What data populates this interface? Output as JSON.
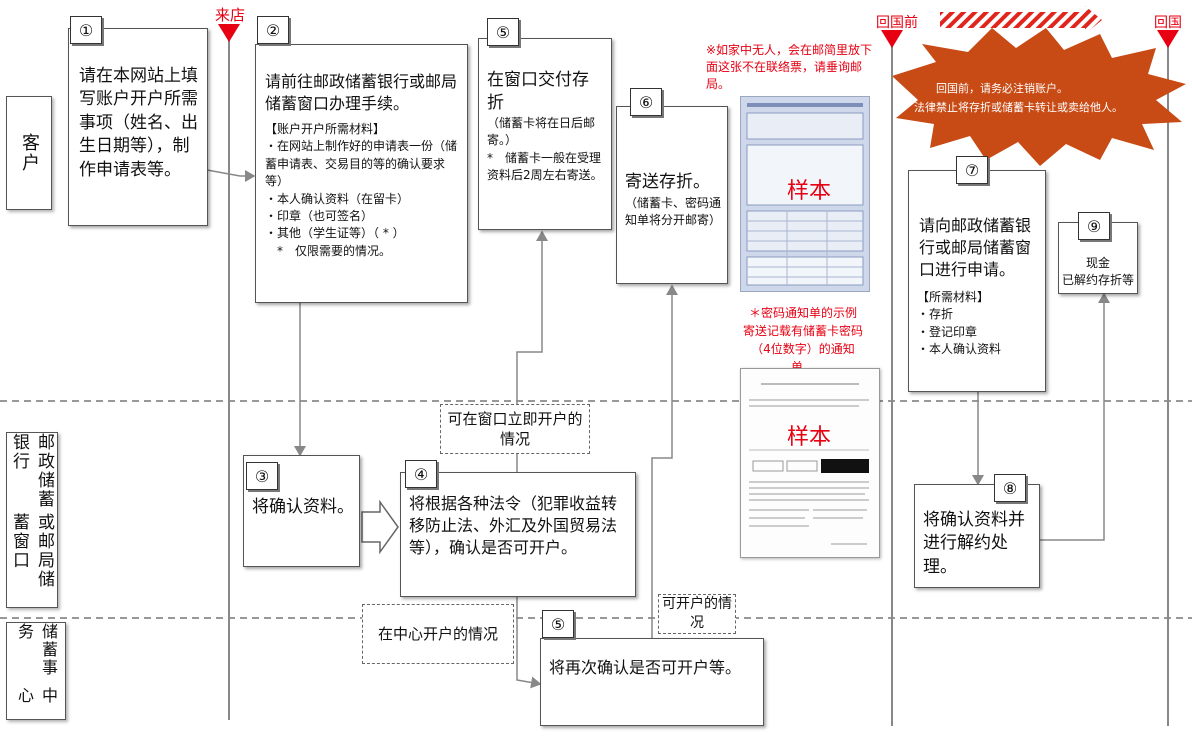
{
  "markers": {
    "visit": "来店",
    "before_return": "回国前",
    "return": "回国"
  },
  "lanes": {
    "customer": "客户",
    "post_office_l1": "邮政储蓄银行",
    "post_office_l2": "或邮局储蓄窗口",
    "center_l1": "储蓄事务",
    "center_l2": "中心"
  },
  "steps": {
    "s1": {
      "num": "①",
      "text": "请在本网站上填写账户开户所需事项（姓名、出生日期等），制作申请表等。"
    },
    "s2": {
      "num": "②",
      "text": "请前往邮政储蓄银行或邮局储蓄窗口办理手续。",
      "materials_title": "【账户开户所需材料】",
      "materials": [
        "・在网站上制作好的申请表一份（储蓄申请表、交易目的等的确认要求　等）",
        "・本人确认资料（在留卡）",
        "・印章（也可签名）",
        "・其他（学生证等）（ * ）",
        "　*　仅限需要的情况。"
      ]
    },
    "s5a": {
      "num": "⑤",
      "text": "在窗口交付存折",
      "note": "（储蓄卡将在日后邮寄。）\n  *　储蓄卡一般在受理资料后2周左右寄送。"
    },
    "s6": {
      "num": "⑥",
      "text": "寄送存折。",
      "note": "（储蓄卡、密码通知单将分开邮寄）"
    },
    "s3": {
      "num": "③",
      "text": "将确认资料。"
    },
    "s4": {
      "num": "④",
      "text": "将根据各种法令（犯罪收益转移防止法、外汇及外国贸易法等），确认是否可开户。"
    },
    "s5b": {
      "num": "⑤",
      "text": "将再次确认是否可开户等。"
    },
    "s7": {
      "num": "⑦",
      "text": "请向邮政储蓄银行或邮局储蓄窗口进行申请。",
      "materials_title": "【所需材料】",
      "materials": [
        "・存折",
        "・登记印章",
        "・本人确认资料"
      ]
    },
    "s8": {
      "num": "⑧",
      "text": "将确认资料并进行解约处理。"
    },
    "s9": {
      "num": "⑨",
      "text": "现金\n已解约存折等"
    }
  },
  "conditions": {
    "immediate": "可在窗口立即开户的情况",
    "center": "在中心开户的情况",
    "possible": "可开户的情况"
  },
  "notes": {
    "absent": "※如家中无人，会在邮简里放下面这张不在联络票，请垂询邮局。",
    "pin_1": "＊密码通知单的示例",
    "pin_2": "寄送记载有储蓄卡密码",
    "pin_3": "（4位数字）的通知单。",
    "burst_1": "回国前，请务必注销账户。",
    "burst_2": "法律禁止将存折或储蓄卡转让或卖给他人。"
  },
  "samples": {
    "label": "样本"
  },
  "colors": {
    "red": "#e60012",
    "burst": "#c84a14",
    "stripe": "#e0261c",
    "line": "#888888"
  }
}
